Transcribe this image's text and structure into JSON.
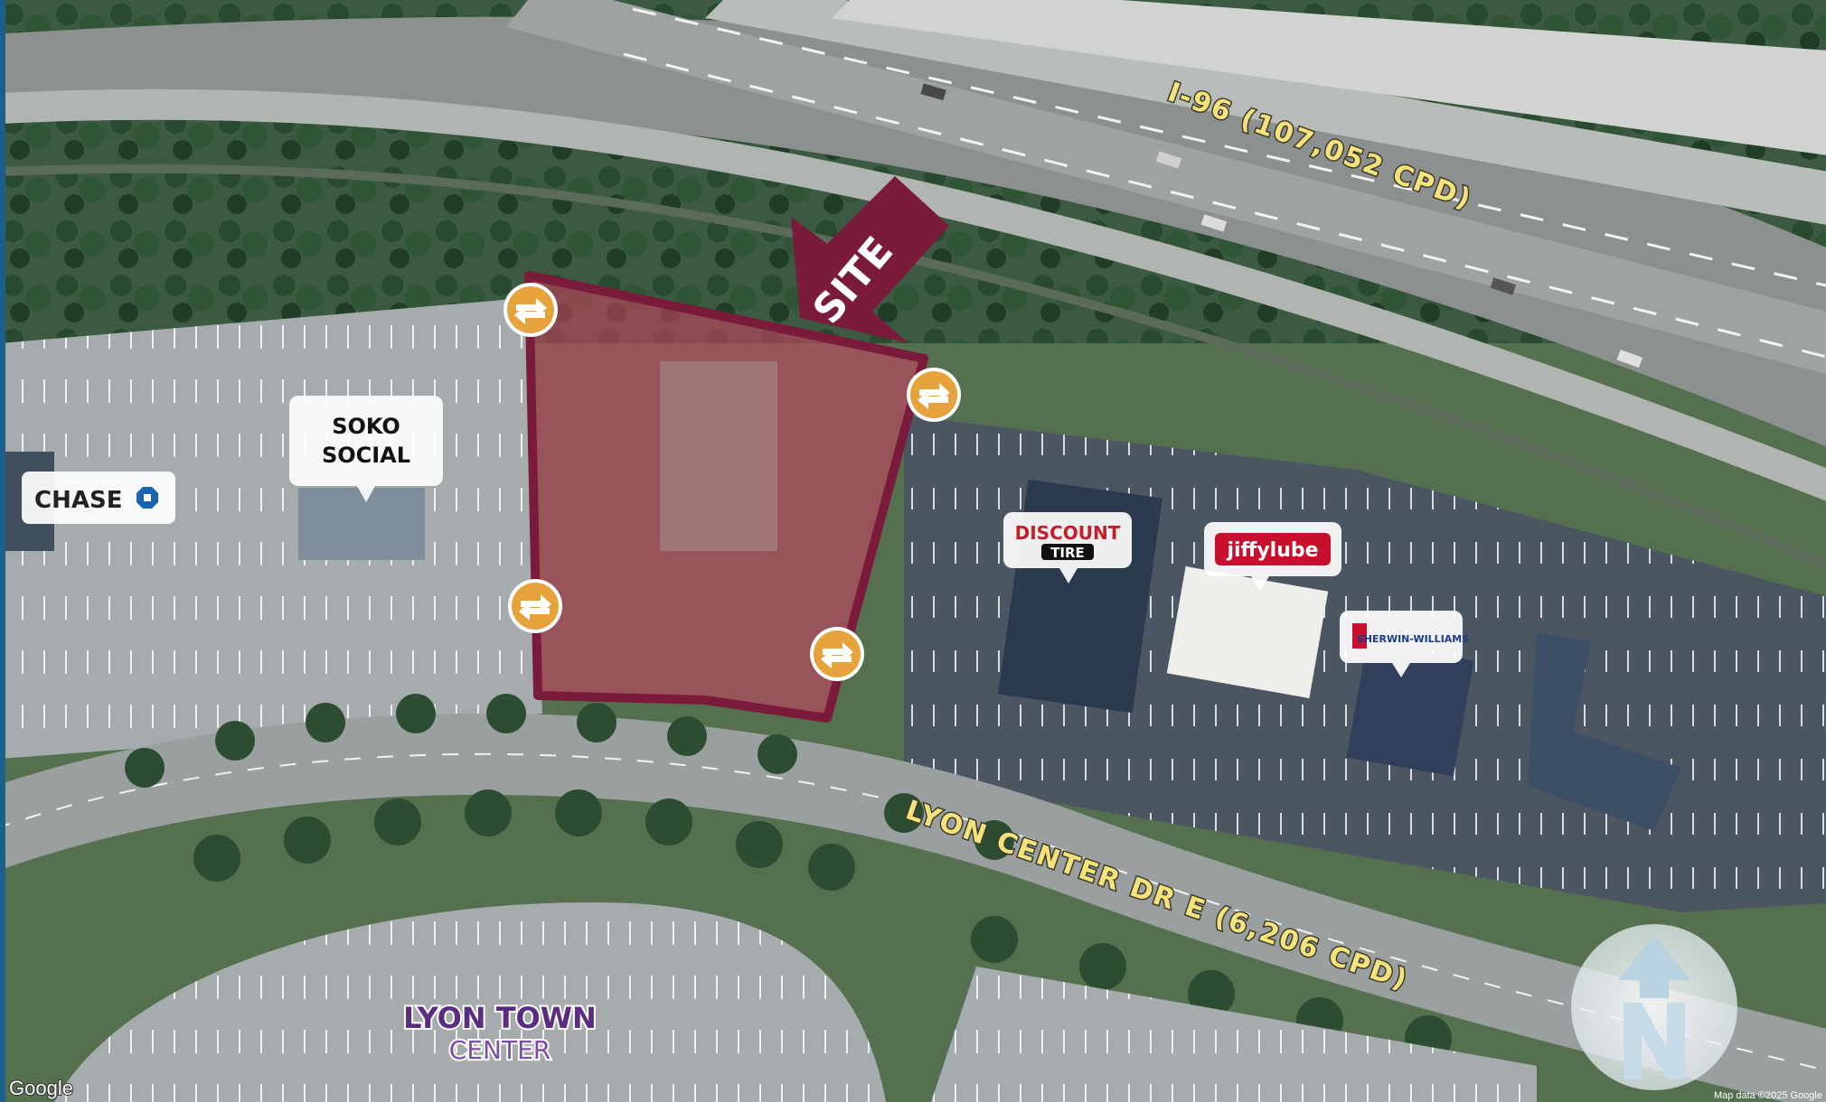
{
  "site": {
    "label": "SITE"
  },
  "roads": {
    "highway_label": "I-96 (107,052 CPD)",
    "street_label": "LYON CENTER DR E (6,206 CPD)"
  },
  "tenants": {
    "soko_line1": "SOKO",
    "soko_line2": "SOCIAL",
    "chase": "CHASE",
    "discount_line1": "DISCOUNT",
    "discount_line2": "TIRE",
    "jiffy": "jiffylube",
    "sherwin": "SHERWIN-WILLIAMS",
    "lyon_line1": "LYON TOWN",
    "lyon_line2": "CENTER"
  },
  "map": {
    "provider": "Google",
    "attribution": "Map data ©2025 Google",
    "north": "N"
  },
  "colors": {
    "site_outline": "#7b1b3c",
    "site_fill": "#c2435d",
    "access_marker": "#e7a33b",
    "highway_label": "#f6e27a",
    "lyon_primary": "#5a2d82",
    "lyon_secondary": "#7a4ca6",
    "north_arrow": "#c5dbe8"
  },
  "icons": {
    "access": "two-way-arrows-icon",
    "north": "north-arrow-icon",
    "chase": "chase-octagon-icon"
  }
}
